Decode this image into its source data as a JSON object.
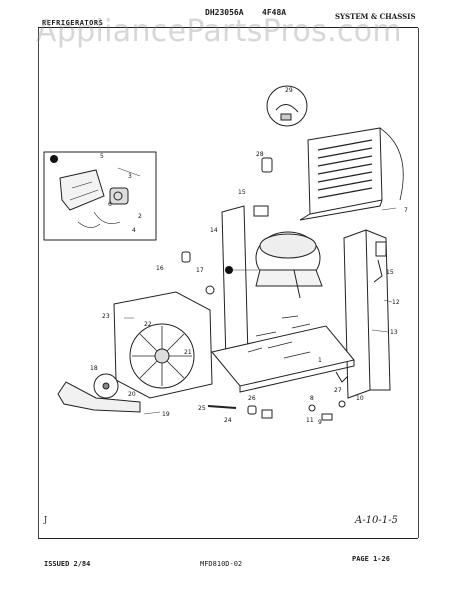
{
  "header": {
    "left_title": "REFRIGERATORS",
    "model_1": "DH23056A",
    "model_2": "4F48A",
    "section": "SYSTEM & CHASSIS"
  },
  "watermark": "AppliancePartsPros.com",
  "diagram": {
    "part_labels": [
      "1",
      "2",
      "3",
      "4",
      "5",
      "6",
      "7",
      "8",
      "9",
      "10",
      "11",
      "12",
      "13",
      "14",
      "15",
      "16",
      "17",
      "18",
      "19",
      "20",
      "21",
      "22",
      "23",
      "24",
      "25",
      "26",
      "27",
      "28",
      "29"
    ],
    "handwritten_ref": "A-10-1-5",
    "corner_mark": "J"
  },
  "footer": {
    "issued": "ISSUED 2/84",
    "doc_code": "MFD810D-02",
    "page": "PAGE 1-26"
  }
}
